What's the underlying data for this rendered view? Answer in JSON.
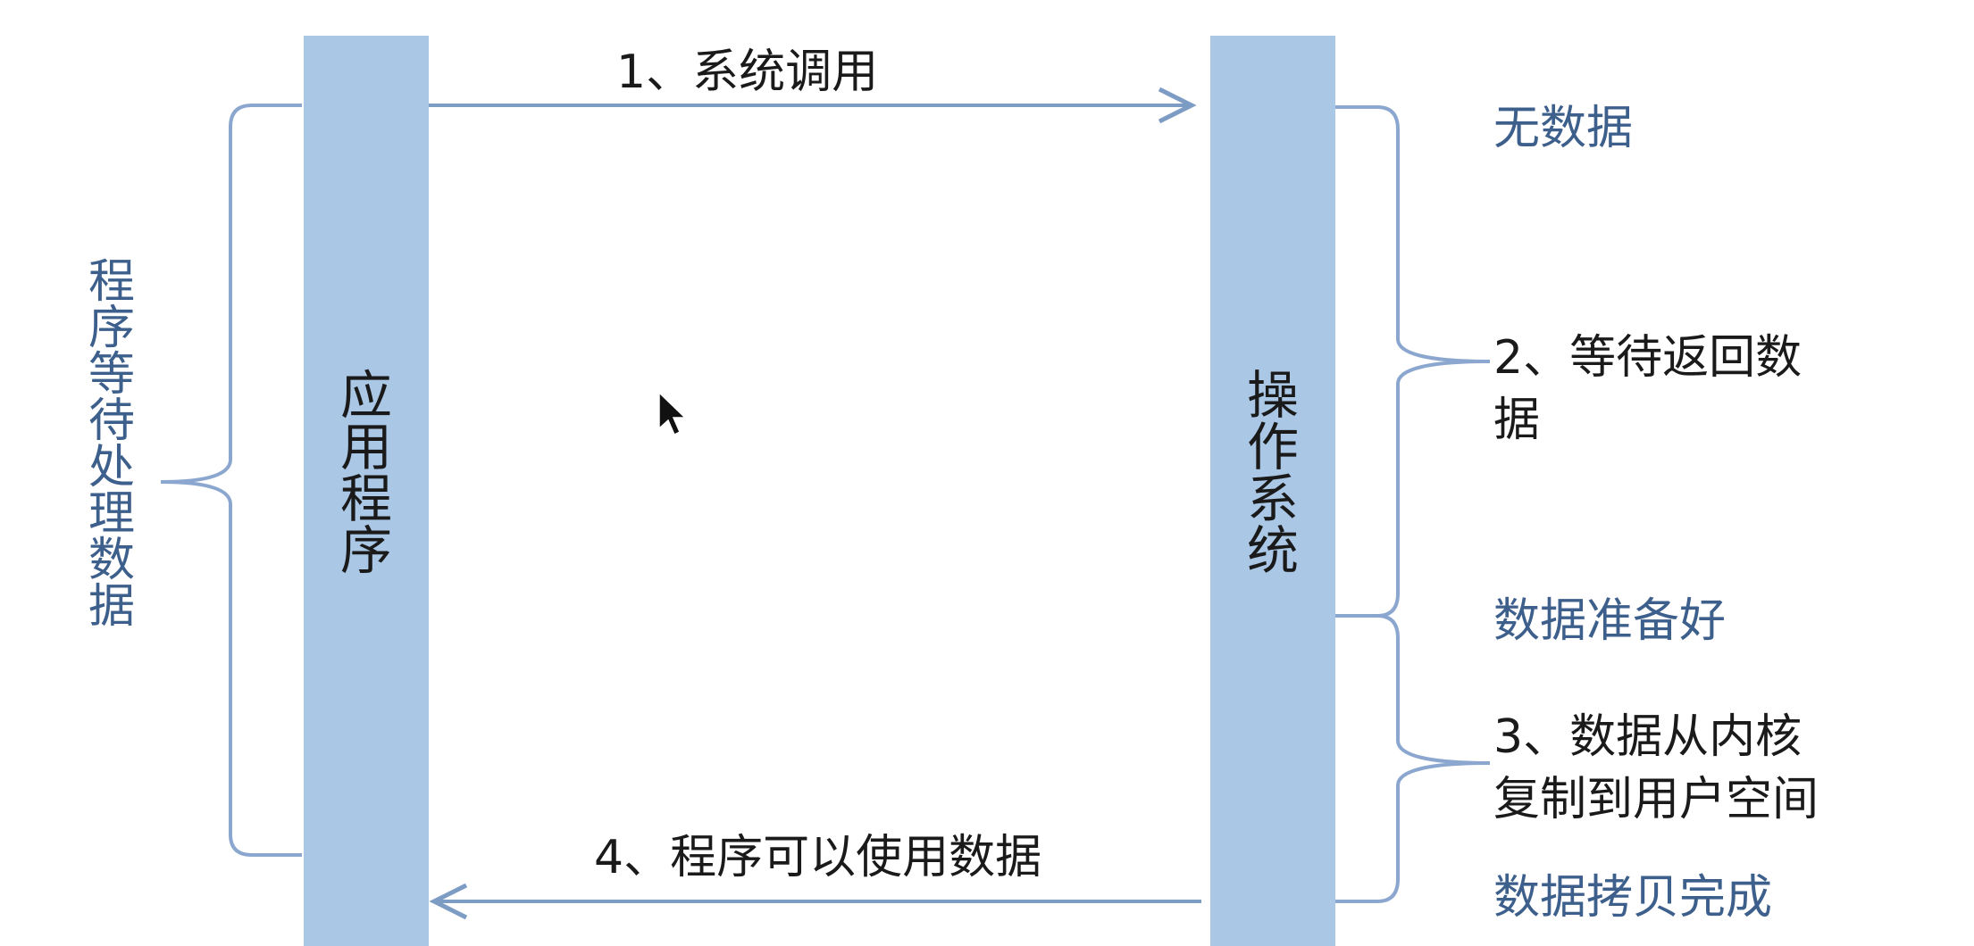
{
  "colors": {
    "bar_fill": "#aac7e6",
    "arrow_line": "#7d9cc4",
    "brace_line": "#8ca7cf",
    "label_blue": "#3d5f8c",
    "label_black": "#1a1a1a"
  },
  "left_column": {
    "label": "应用程序"
  },
  "right_column": {
    "label": "操作系统"
  },
  "arrows": {
    "call": "1、系统调用",
    "return": "4、程序可以使用数据"
  },
  "left_brace": {
    "label": "程序等待处理数据"
  },
  "os_states": {
    "no_data": "无数据",
    "wait_line1": "2、等待返回数",
    "wait_line2": "据",
    "data_ready": "数据准备好",
    "copy_line1": "3、数据从内核",
    "copy_line2": "复制到用户空间",
    "copy_done": "数据拷贝完成"
  },
  "cursor": {
    "icon": "mouse-pointer-icon"
  }
}
